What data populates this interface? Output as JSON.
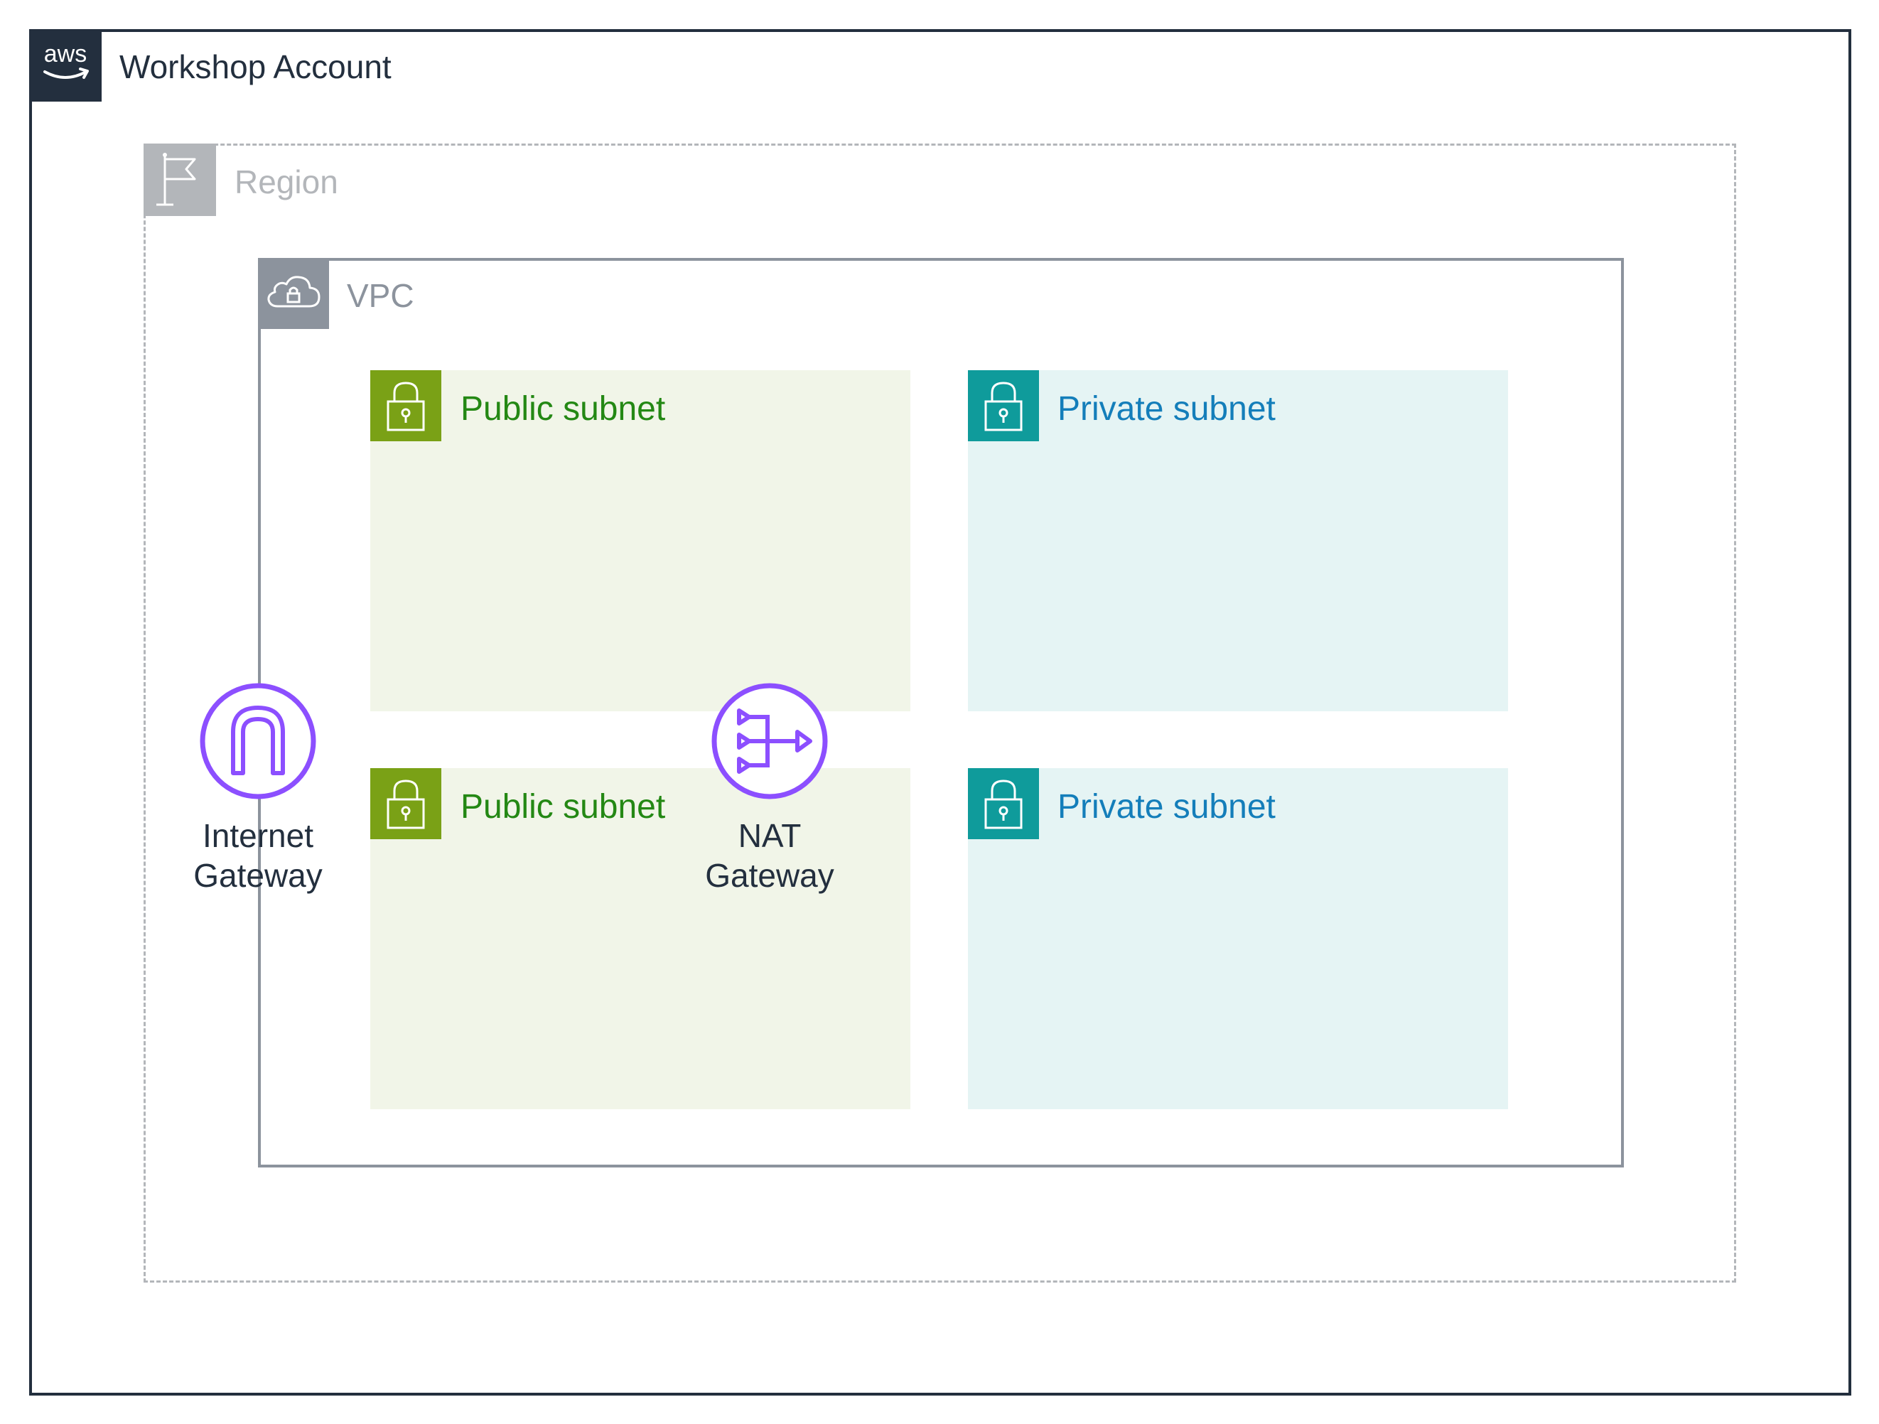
{
  "account": {
    "title": "Workshop Account",
    "logo_text": "aws"
  },
  "region": {
    "title": "Region"
  },
  "vpc": {
    "title": "VPC"
  },
  "subnets": [
    {
      "label": "Public subnet",
      "kind": "public"
    },
    {
      "label": "Private subnet",
      "kind": "private"
    },
    {
      "label": "Public subnet",
      "kind": "public"
    },
    {
      "label": "Private subnet",
      "kind": "private"
    }
  ],
  "internet_gateway": {
    "label": "Internet\nGateway"
  },
  "nat_gateway": {
    "label": "NAT\nGateway"
  },
  "colors": {
    "account_border": "#232f3e",
    "region_border": "#b3b6ba",
    "vpc_border": "#8c939d",
    "public_subnet_fill": "#f1f5e8",
    "public_subnet_accent": "#7aa116",
    "public_subnet_text": "#248814",
    "private_subnet_fill": "#e5f4f4",
    "private_subnet_accent": "#0f9b9b",
    "private_subnet_text": "#147eba",
    "gateway_icon": "#8c4fff"
  }
}
